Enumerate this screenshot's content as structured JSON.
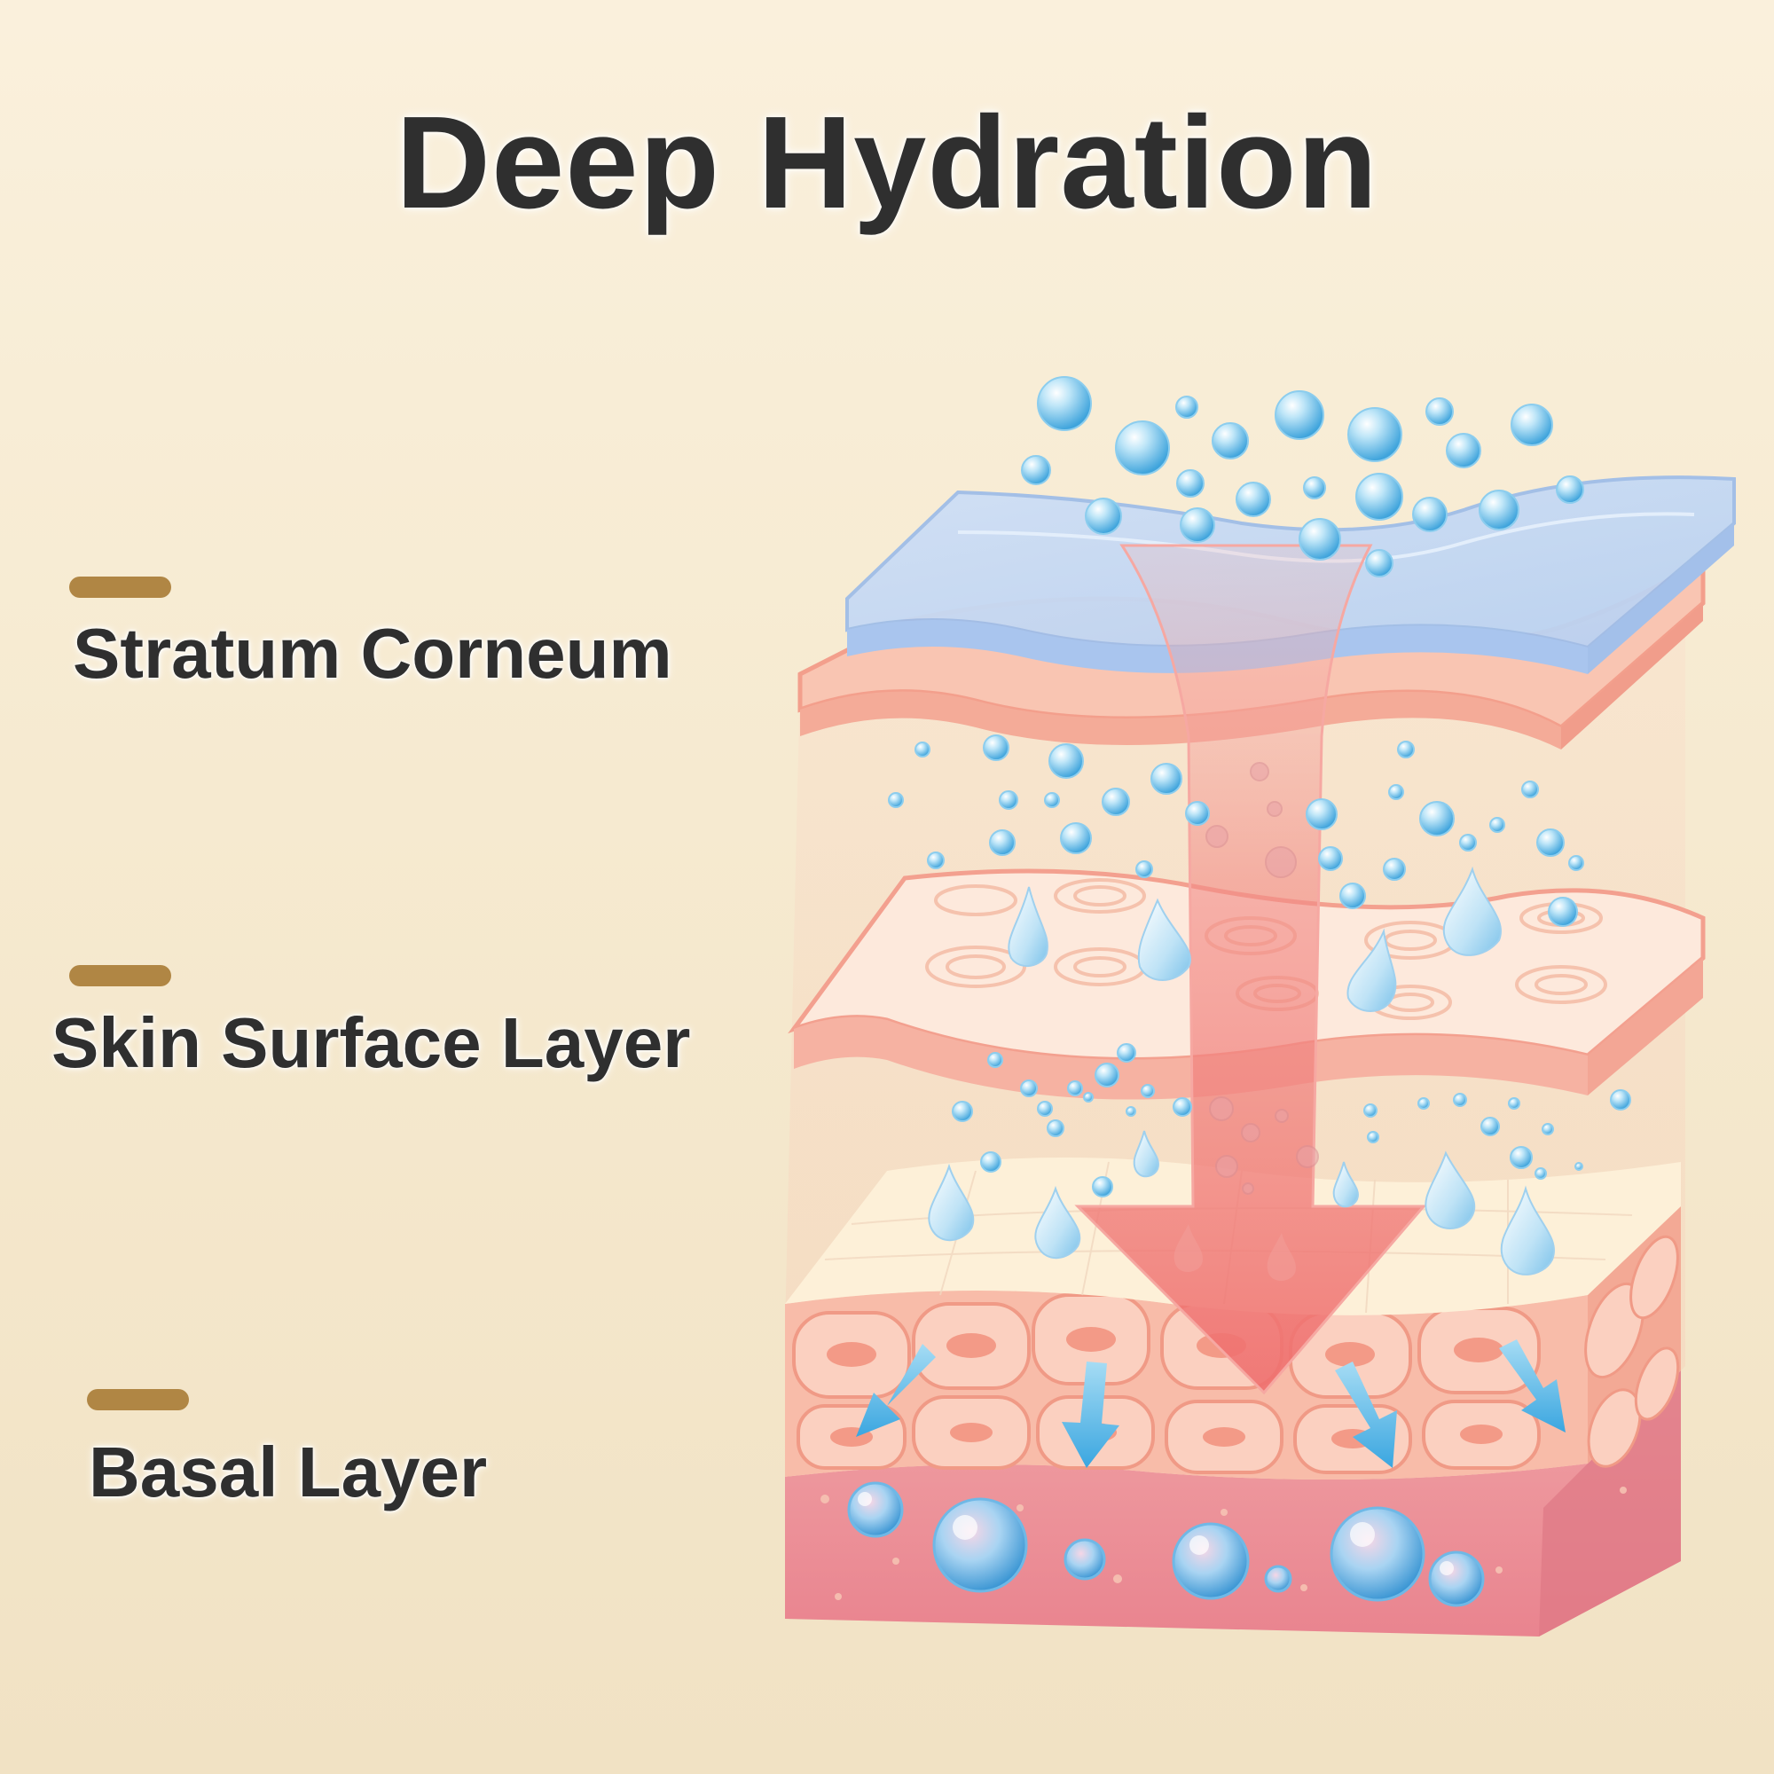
{
  "title": "Deep Hydration",
  "layers": [
    {
      "label": "Stratum Corneum"
    },
    {
      "label": "Skin Surface Layer"
    },
    {
      "label": "Basal Layer"
    }
  ],
  "colors": {
    "title_text": "#2f2f2f",
    "label_bar": "#b08644",
    "arrow": "#f07a78",
    "water": "#6cc3ea",
    "skin_pink": "#f6b3a0",
    "dermis": "#ec8f98"
  }
}
